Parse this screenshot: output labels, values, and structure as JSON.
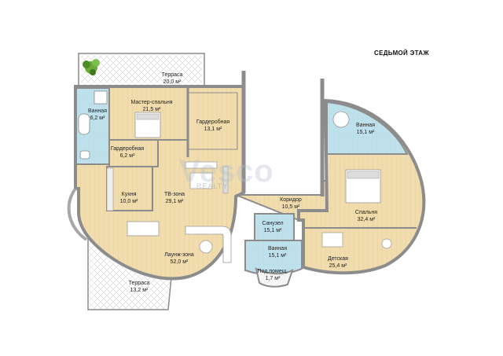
{
  "floor_title": "СЕДЬМОЙ ЭТАЖ",
  "watermark": "Vesco",
  "watermark_sub": "REALTY",
  "colors": {
    "wood": "#f0dcae",
    "tile": "#bfe1ec",
    "terrace": "#ffffff",
    "wall": "#8c8c8c",
    "wall_fill": "#a7a7a7"
  },
  "rooms": [
    {
      "id": "terrace-top",
      "name": "Терраса",
      "area": "20,0 м²"
    },
    {
      "id": "bath-left",
      "name": "Ванная",
      "area": "6,2 м²"
    },
    {
      "id": "master",
      "name": "Мастер-спальня",
      "area": "21,5 м²"
    },
    {
      "id": "wardrobe-13",
      "name": "Гардеробная",
      "area": "13,1 м²"
    },
    {
      "id": "wardrobe-6",
      "name": "Гардеробная",
      "area": "6,2 м²"
    },
    {
      "id": "kitchen",
      "name": "Кухня",
      "area": "10,0 м²"
    },
    {
      "id": "tv",
      "name": "ТВ-зона",
      "area": "29,1 м²"
    },
    {
      "id": "lounge",
      "name": "Лаунж-зона",
      "area": "52,0 м²"
    },
    {
      "id": "terrace-bottom",
      "name": "Терраса",
      "area": "13,2 м²"
    },
    {
      "id": "bath-right",
      "name": "Ванная",
      "area": "15,1 м²"
    },
    {
      "id": "corridor",
      "name": "Коридор",
      "area": "10,5 м²"
    },
    {
      "id": "bedroom",
      "name": "Спальня",
      "area": "32,4 м²"
    },
    {
      "id": "wc",
      "name": "Санузел",
      "area": "15,1 м²"
    },
    {
      "id": "bath-mid",
      "name": "Ванная",
      "area": "15,1 м²"
    },
    {
      "id": "kids",
      "name": "Детская",
      "area": "25,4 м²"
    },
    {
      "id": "utility",
      "name": "Под.помещ.",
      "area": "1,7 м²"
    }
  ]
}
